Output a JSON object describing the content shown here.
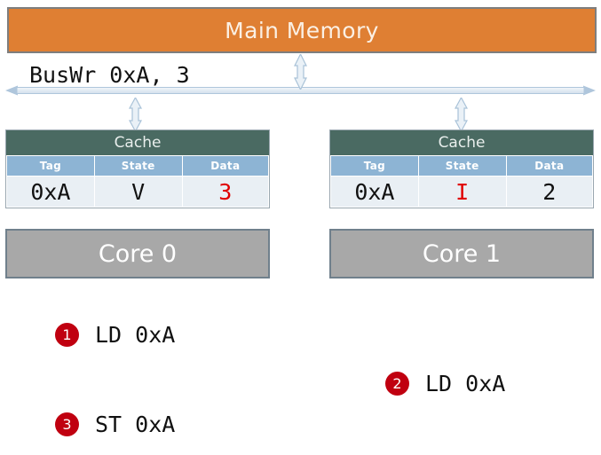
{
  "diagram": {
    "memory": {
      "label": "Main Memory",
      "color": "#DF7F33"
    },
    "bus": {
      "transaction_label": "BusWr 0xA, 3",
      "arrow_color": "#AFC6DC"
    },
    "caches": [
      {
        "title": "Cache",
        "columns": [
          "Tag",
          "State",
          "Data"
        ],
        "row": {
          "tag": "0xA",
          "state": "V",
          "data": "3"
        },
        "state_highlight": false,
        "data_highlight": true,
        "core_label": "Core 0"
      },
      {
        "title": "Cache",
        "columns": [
          "Tag",
          "State",
          "Data"
        ],
        "row": {
          "tag": "0xA",
          "state": "I",
          "data": "2"
        },
        "state_highlight": true,
        "data_highlight": false,
        "core_label": "Core 1"
      }
    ],
    "instructions": [
      {
        "number": "1",
        "text": "LD 0xA"
      },
      {
        "number": "2",
        "text": "LD 0xA"
      },
      {
        "number": "3",
        "text": "ST 0xA"
      }
    ],
    "colors": {
      "highlight": "#E00000",
      "badge": "#C00010",
      "cache_header": "#4A6A62",
      "column_header": "#8DB4D4",
      "core": "#A8A8A8"
    }
  }
}
